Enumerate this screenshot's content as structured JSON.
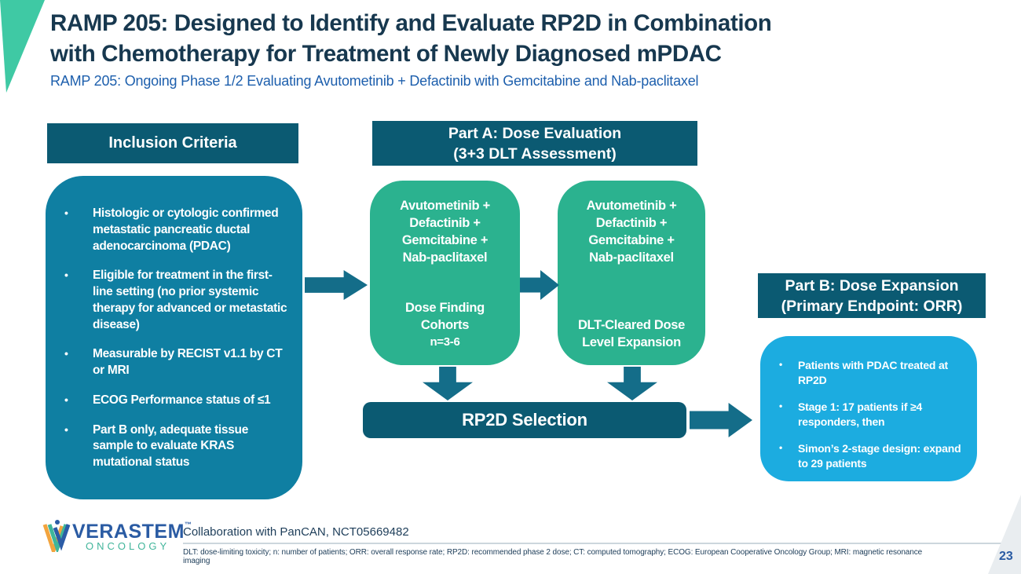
{
  "slide": {
    "title_line1": "RAMP 205: Designed to Identify and Evaluate RP2D in Combination",
    "title_line2": "with Chemotherapy for Treatment of Newly Diagnosed mPDAC",
    "subtitle": "RAMP 205: Ongoing Phase 1/2 Evaluating Avutometinib + Defactinib with Gemcitabine and Nab-paclitaxel",
    "page_number": "23"
  },
  "inclusion": {
    "header": "Inclusion Criteria",
    "bullets": [
      "Histologic or cytologic confirmed metastatic pancreatic ductal adenocarcinoma (PDAC)",
      "Eligible for treatment in the first-line setting (no prior systemic therapy for advanced or metastatic disease)",
      "Measurable by RECIST v1.1 by CT or MRI",
      "ECOG Performance status of ≤1",
      "Part B only, adequate tissue sample to evaluate KRAS mutational status"
    ]
  },
  "part_a": {
    "header_line1": "Part A: Dose Evaluation",
    "header_line2": "(3+3 DLT Assessment)",
    "box1": {
      "drugs": [
        "Avutometinib +",
        "Defactinib +",
        "Gemcitabine +",
        "Nab-paclitaxel"
      ],
      "label_line1": "Dose Finding",
      "label_line2": "Cohorts",
      "n_label": "n=3-6"
    },
    "box2": {
      "drugs": [
        "Avutometinib +",
        "Defactinib +",
        "Gemcitabine +",
        "Nab-paclitaxel"
      ],
      "label_line1": "DLT-Cleared Dose",
      "label_line2": "Level Expansion"
    }
  },
  "rp2d": {
    "label": "RP2D Selection"
  },
  "part_b": {
    "header_line1": "Part B: Dose Expansion",
    "header_line2": "(Primary Endpoint: ORR)",
    "bullets": [
      "Patients with PDAC treated at RP2D",
      "Stage 1: 17 patients if ≥4 responders, then",
      "Simon’s 2-stage design: expand to 29 patients"
    ]
  },
  "footer": {
    "logo_name": "VERASTEM",
    "logo_tm": "™",
    "logo_sub": "ONCOLOGY",
    "collaboration": "Collaboration with PanCAN, NCT05669482",
    "footnote": "DLT: dose-limiting toxicity; n: number of patients; ORR: overall response rate; RP2D: recommended phase 2 dose; CT: computed tomography; ECOG: European Cooperative Oncology Group; MRI: magnetic resonance imaging"
  },
  "colors": {
    "dark_teal": "#0b5a72",
    "body_teal": "#0f7fa2",
    "green": "#2bb28f",
    "light_blue": "#1cace0",
    "arrow_teal": "#146d89",
    "title_navy": "#17384f",
    "subtitle_blue": "#1d5fad",
    "mint_accent": "#3fc9a4",
    "logo_blue": "#2a5ba3",
    "logo_teal": "#41b59b",
    "logo_orange": "#f2a43e"
  }
}
